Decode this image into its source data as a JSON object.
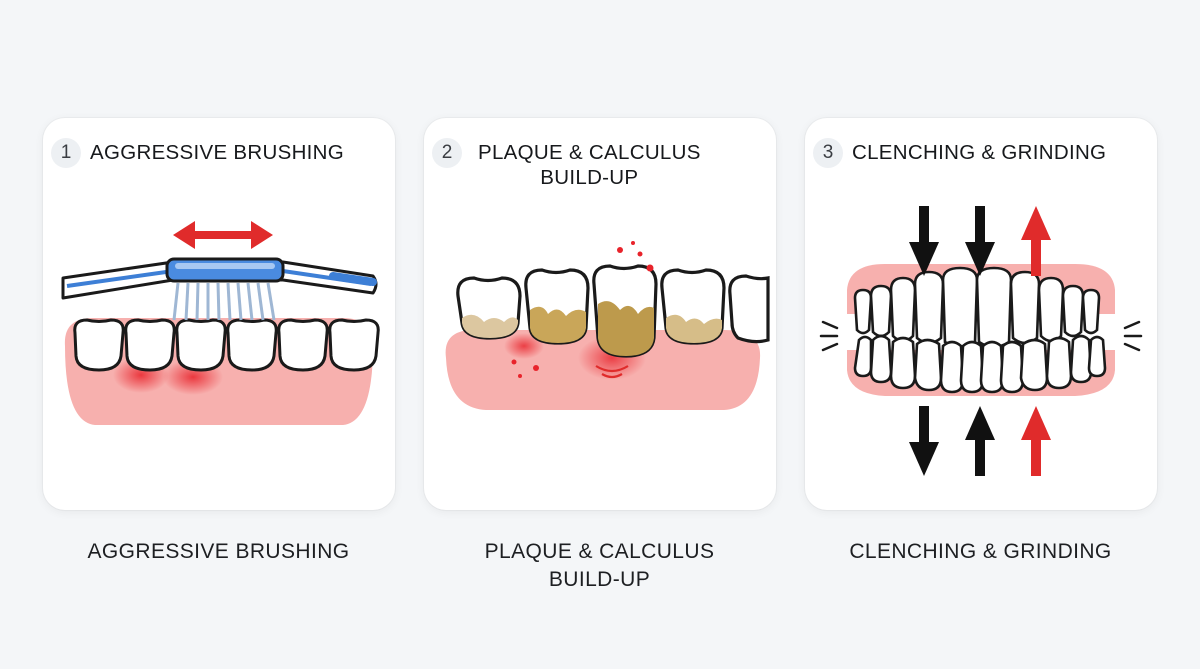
{
  "panels": [
    {
      "number": "1",
      "title": "AGGRESSIVE BRUSHING",
      "caption": "AGGRESSIVE BRUSHING"
    },
    {
      "number": "2",
      "title_lines": [
        "PLAQUE & CALCULUS",
        "BUILD-UP"
      ],
      "caption_lines": [
        "PLAQUE & CALCULUS",
        "BUILD-UP"
      ]
    },
    {
      "number": "3",
      "title": "CLENCHING & GRINDING",
      "caption": "CLENCHING & GRINDING"
    }
  ],
  "colors": {
    "background": "#f4f6f8",
    "card": "#ffffff",
    "gum": "#f7a6a6",
    "inflammation": "#e8232b",
    "arrow_red": "#e02b2b",
    "arrow_black": "#111111",
    "toothbrush_blue": "#3d7fd6",
    "plaque": "#c9a659"
  },
  "icons": [
    "toothbrush-icon",
    "double-arrow-icon",
    "tooth-icon",
    "gum-icon",
    "plaque-icon",
    "down-arrow-icon",
    "up-arrow-icon"
  ]
}
